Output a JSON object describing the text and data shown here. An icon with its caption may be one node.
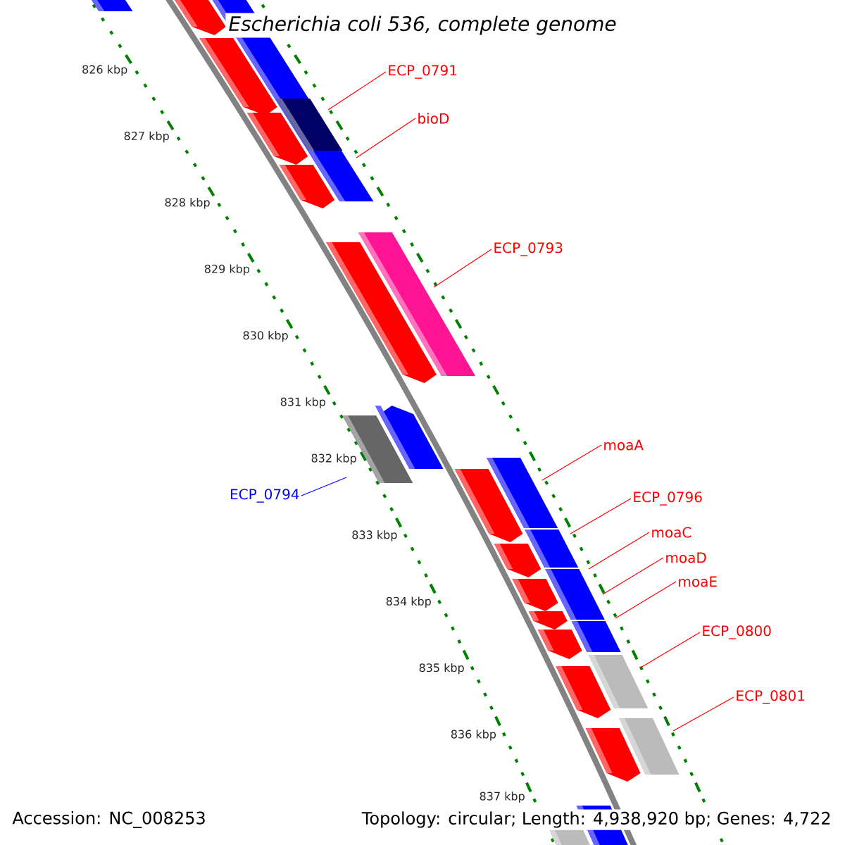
{
  "diagram": {
    "title": "Escherichia coli 536, complete genome",
    "nodes": [
      {
        "text": [
          "ECP_0791"
        ]
      },
      {
        "text": [
          "bioD"
        ]
      },
      {
        "text": [
          "ECP_0793"
        ]
      },
      {
        "text": [
          "moaA"
        ]
      },
      {
        "text": [
          "ECP_0794"
        ]
      },
      {
        "text": [
          "ECP_0796"
        ]
      },
      {
        "text": [
          "moaC"
        ]
      },
      {
        "text": [
          "moaD"
        ]
      },
      {
        "text": [
          "moaE"
        ]
      },
      {
        "text": [
          "ECP_0800"
        ]
      },
      {
        "text": [
          "ECP_0801"
        ]
      }
    ],
    "edges": [
      {
        "from": 0,
        "to": null,
        "arrow": "none"
      },
      {
        "from": 1,
        "to": null,
        "arrow": "none"
      },
      {
        "from": 2,
        "to": null,
        "arrow": "none"
      },
      {
        "from": 3,
        "to": null,
        "arrow": "none"
      },
      {
        "from": 4,
        "to": null,
        "arrow": "none",
        "color": "#0000ff"
      },
      {
        "from": 5,
        "to": null,
        "arrow": "none"
      },
      {
        "from": 6,
        "to": null,
        "arrow": "none"
      },
      {
        "from": 7,
        "to": null,
        "arrow": "none"
      },
      {
        "from": 8,
        "to": null,
        "arrow": "none"
      },
      {
        "from": 9,
        "to": null,
        "arrow": "none"
      },
      {
        "from": 10,
        "to": null,
        "arrow": "none"
      }
    ],
    "labels": [
      "826 kbp",
      "827 kbp",
      "828 kbp",
      "829 kbp",
      "830 kbp",
      "831 kbp",
      "832 kbp",
      "833 kbp",
      "834 kbp",
      "835 kbp",
      "836 kbp",
      "837 kbp",
      "Accession: NC_008253",
      "Topology: circular; Length: 4,938,920 bp; Genes: 4,722"
    ]
  }
}
